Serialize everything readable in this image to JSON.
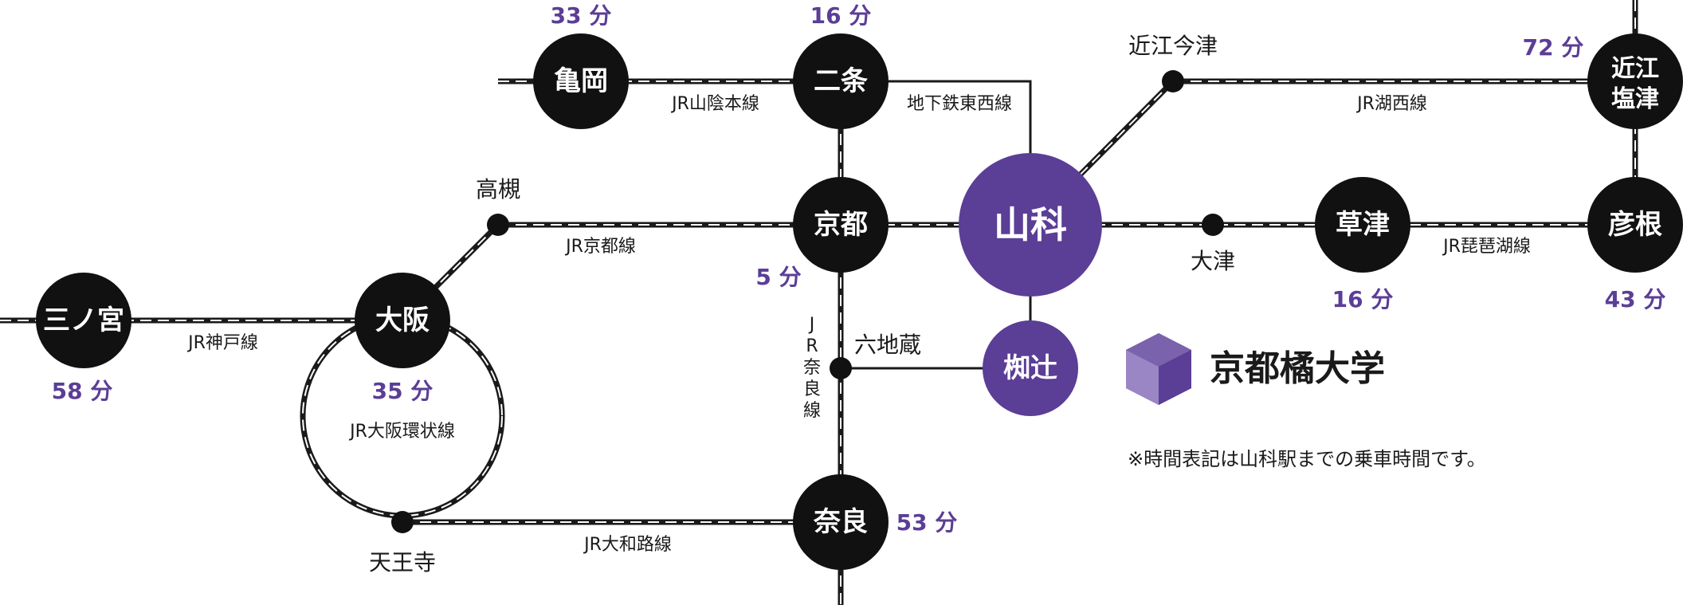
{
  "stations": {
    "yamashina": "山科",
    "natsume": "椥辻",
    "kyoto": "京都",
    "nijo": "二条",
    "kameoka": "亀岡",
    "osaka": "大阪",
    "sannomiya": "三ノ宮",
    "nara": "奈良",
    "kusatsu": "草津",
    "hikone": "彦根",
    "omi_shiotsu_line1": "近江",
    "omi_shiotsu_line2": "塩津"
  },
  "minor_stations": {
    "takatsuki": "高槻",
    "tennoji": "天王寺",
    "rokujizo": "六地蔵",
    "otsu": "大津",
    "omi_imazu": "近江今津"
  },
  "lines": {
    "sanin": "JR山陰本線",
    "subway_tozai": "地下鉄東西線",
    "kosei": "JR湖西線",
    "kyoto_line": "JR京都線",
    "kobe": "JR神戸線",
    "osaka_loop": "JR大阪環状線",
    "biwako": "JR琵琶湖線",
    "yamatoji": "JR大和路線",
    "nara_line_chars": [
      "J",
      "R",
      "奈",
      "良",
      "線"
    ]
  },
  "times": {
    "kameoka": "33 分",
    "nijo": "16 分",
    "omi_shiotsu": "72 分",
    "kyoto": "5 分",
    "kusatsu": "16 分",
    "hikone": "43 分",
    "sannomiya": "58 分",
    "osaka": "35 分",
    "nara": "53 分"
  },
  "university": {
    "name": "京都橘大学"
  },
  "note": "※時間表記は山科駅までの乗車時間です。",
  "colors": {
    "accent": "#5b3e96",
    "station": "#111111",
    "cube_light": "#9a86c4",
    "cube_mid": "#7a62ad",
    "cube_dark": "#5b3e96"
  }
}
